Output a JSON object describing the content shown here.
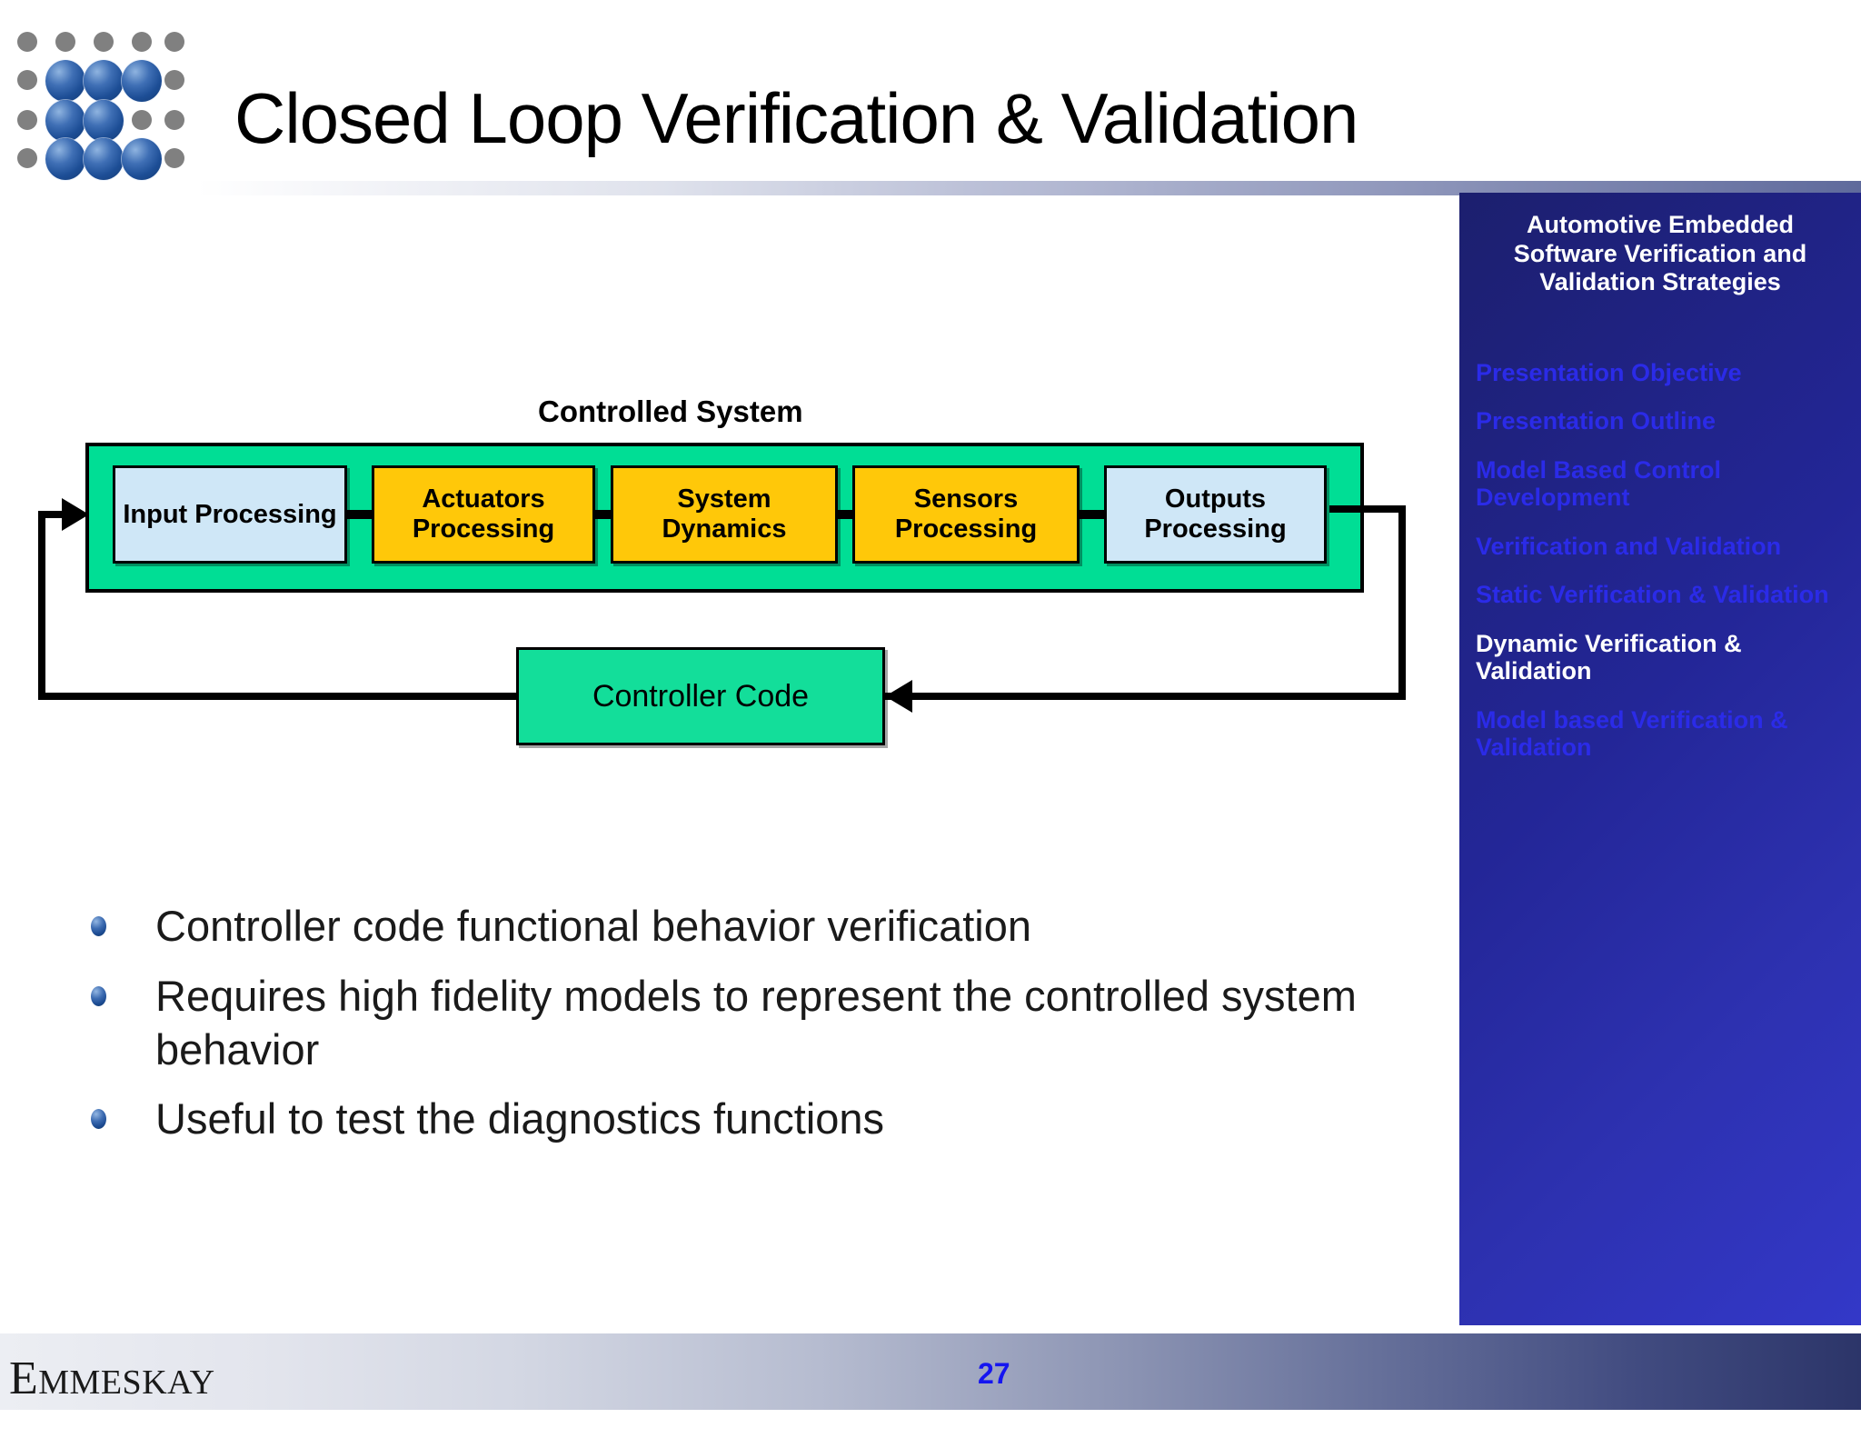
{
  "header": {
    "title": "Closed Loop Verification & Validation",
    "logo_name": "emmeskay-dot-grid-logo"
  },
  "sidebar": {
    "heading": "Automotive Embedded Software Verification and Validation Strategies",
    "accent_active": "#ffffff",
    "accent_inactive": "#2b2be8",
    "background": "#232697",
    "items": [
      {
        "label": "Presentation Objective",
        "active": false
      },
      {
        "label": "Presentation Outline",
        "active": false
      },
      {
        "label": "Model Based Control Development",
        "active": false
      },
      {
        "label": "Verification and Validation",
        "active": false
      },
      {
        "label": "Static Verification & Validation",
        "active": false
      },
      {
        "label": "Dynamic Verification & Validation",
        "active": true
      },
      {
        "label": "Model based Verification & Validation",
        "active": false
      }
    ]
  },
  "diagram": {
    "band_label": "Controlled System",
    "band_color": "#00DE95",
    "blocks": [
      {
        "label": "Input Processing",
        "color": "#CFE7F7"
      },
      {
        "label": "Actuators Processing",
        "color": "#FFC809"
      },
      {
        "label": "System Dynamics",
        "color": "#FFC809"
      },
      {
        "label": "Sensors Processing",
        "color": "#FFC809"
      },
      {
        "label": "Outputs Processing",
        "color": "#CFE7F7"
      }
    ],
    "controller": {
      "label": "Controller Code",
      "color": "#13DE9A"
    }
  },
  "content": {
    "bullets": [
      "Controller code functional behavior verification",
      "Requires high fidelity models to represent the controlled system behavior",
      "Useful to test the diagnostics functions"
    ]
  },
  "footer": {
    "company_first": "E",
    "company_rest": "MMESKAY",
    "page_number": "27"
  }
}
